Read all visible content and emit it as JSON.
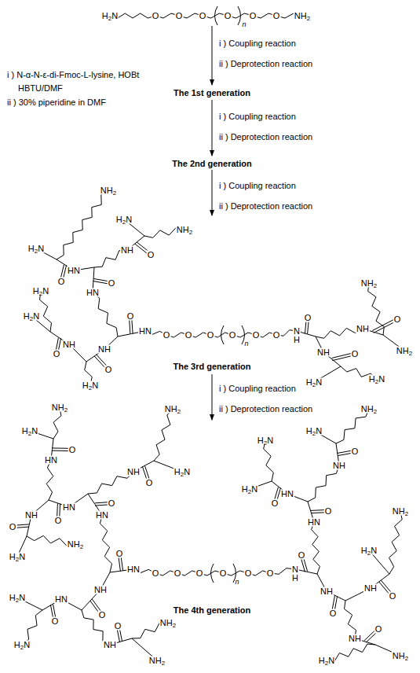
{
  "diagram": {
    "labels": [
      "H2N",
      "O",
      "O",
      "O",
      "O",
      "n",
      "O",
      "O",
      "NH2",
      "i ) Coupling reaction",
      "ii ) Deprotection reaction",
      "i ) N-α-N-ε-di-Fmoc-L-lysine, HOBt",
      "HBTU/DMF",
      "ii ) 30% piperidine in DMF",
      "The 1st generation",
      "i ) Coupling reaction",
      "ii ) Deprotection reaction",
      "The 2nd generation",
      "i ) Coupling reaction",
      "ii ) Deprotection reaction",
      "HN",
      "O",
      "O",
      "O",
      "O",
      "n",
      "O",
      "O",
      "N",
      "H",
      "NH",
      "O",
      "HN",
      "HN",
      "O",
      "NH",
      "H2N",
      "O",
      "NH2",
      "H2N",
      "O",
      "NH2",
      "NH",
      "O",
      "H2N",
      "H2N",
      "O",
      "H2N",
      "NH",
      "O",
      "NH",
      "NH2",
      "O",
      "NH2",
      "H2N",
      "O",
      "H2N",
      "The 3rd generation",
      "i ) Coupling reaction",
      "ii ) Deprotection reaction",
      "HN",
      "O",
      "O",
      "O",
      "O",
      "n",
      "O",
      "O",
      "N",
      "H",
      "NH",
      "O",
      "HN",
      "HN",
      "O",
      "NH",
      "NH",
      "O",
      "HN",
      "H2N",
      "O",
      "NH2",
      "H2N",
      "O",
      "NH2",
      "H2N",
      "O",
      "NH2",
      "HN",
      "O",
      "NH",
      "H2N",
      "O",
      "H2N",
      "NH2",
      "O",
      "NH2",
      "NH",
      "O",
      "HN",
      "HN",
      "O",
      "NH",
      "H2N",
      "O",
      "H2N",
      "H2N",
      "O",
      "NH2",
      "NH",
      "O",
      "NH",
      "H2N",
      "O",
      "NH2",
      "NH2",
      "O",
      "H2N",
      "The 4th generation"
    ]
  }
}
